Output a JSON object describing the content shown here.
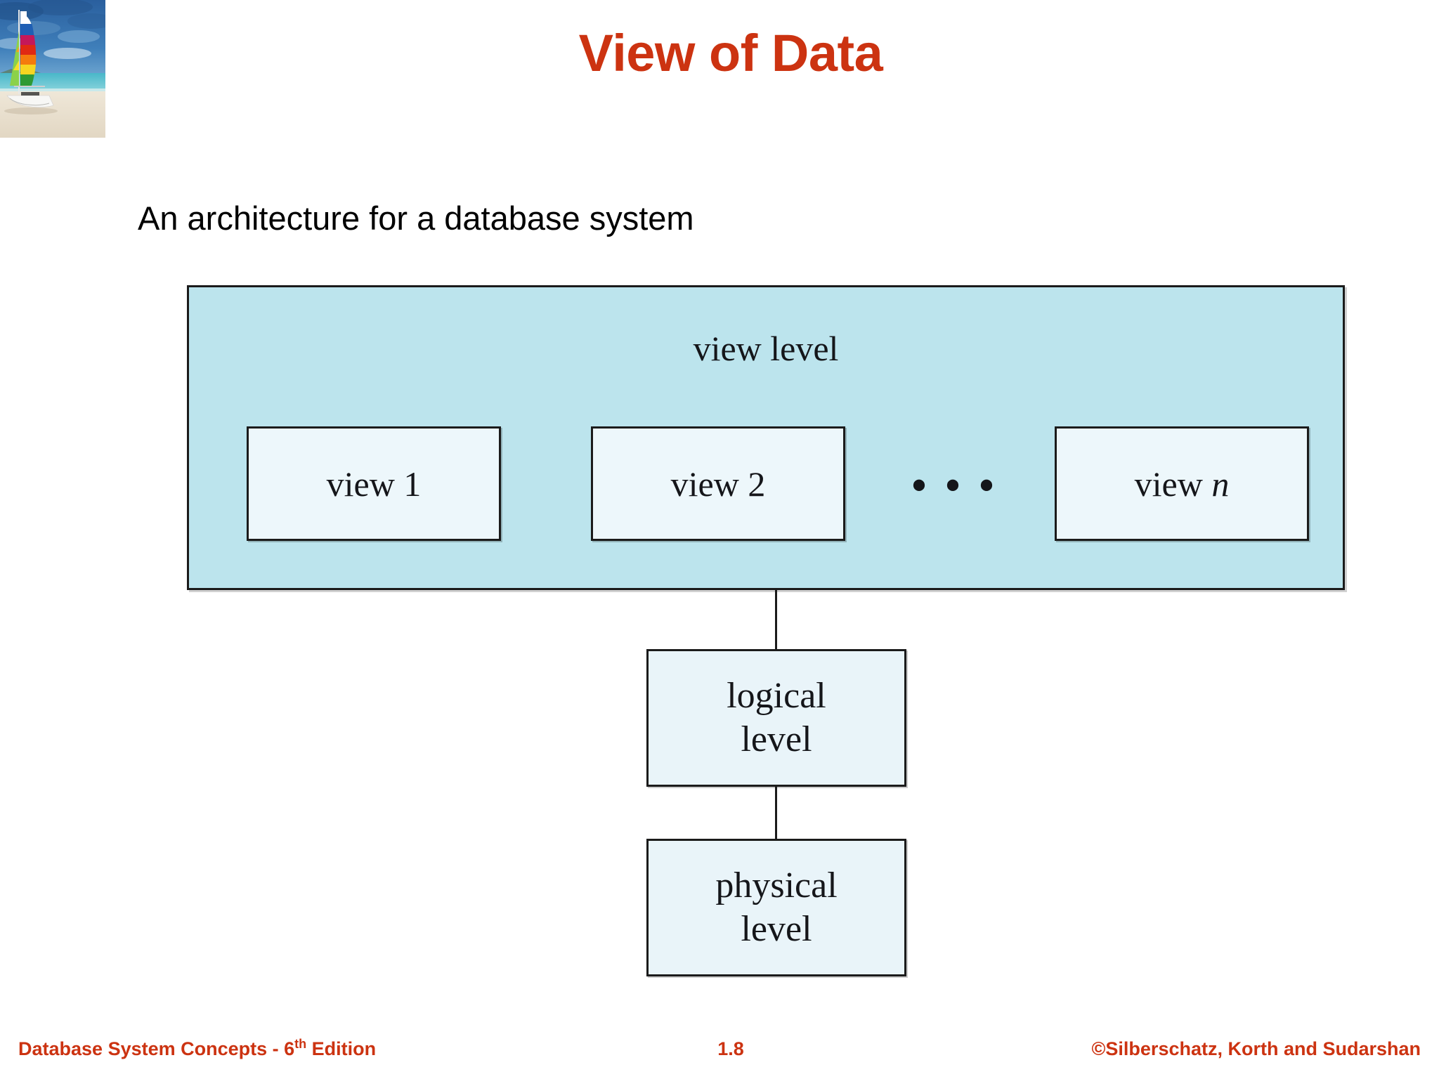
{
  "slide": {
    "title": "View of Data",
    "title_color": "#cc3311",
    "body_line": "An architecture for a database system"
  },
  "logo": {
    "name": "sailboat-beach-photo",
    "alt": "Colorful rainbow-sail catamaran on a tropical beach"
  },
  "diagram": {
    "type": "architecture-levels",
    "view_level": {
      "label": "view level",
      "background": "#bce4ed",
      "views": [
        {
          "label": "view 1"
        },
        {
          "label": "view 2"
        },
        {
          "label": "view n",
          "italic_suffix": "n"
        }
      ],
      "ellipsis": "• • •"
    },
    "logical_level": {
      "line1": "logical",
      "line2": "level"
    },
    "physical_level": {
      "line1": "physical",
      "line2": "level"
    },
    "box_fill": "#edf7fb",
    "border_color": "#1b1b1b"
  },
  "footer": {
    "left_main": "Database System Concepts - 6",
    "left_sup": "th",
    "left_tail": " Edition",
    "page": "1.8",
    "right": "©Silberschatz, Korth and Sudarshan",
    "color": "#cc3311"
  }
}
